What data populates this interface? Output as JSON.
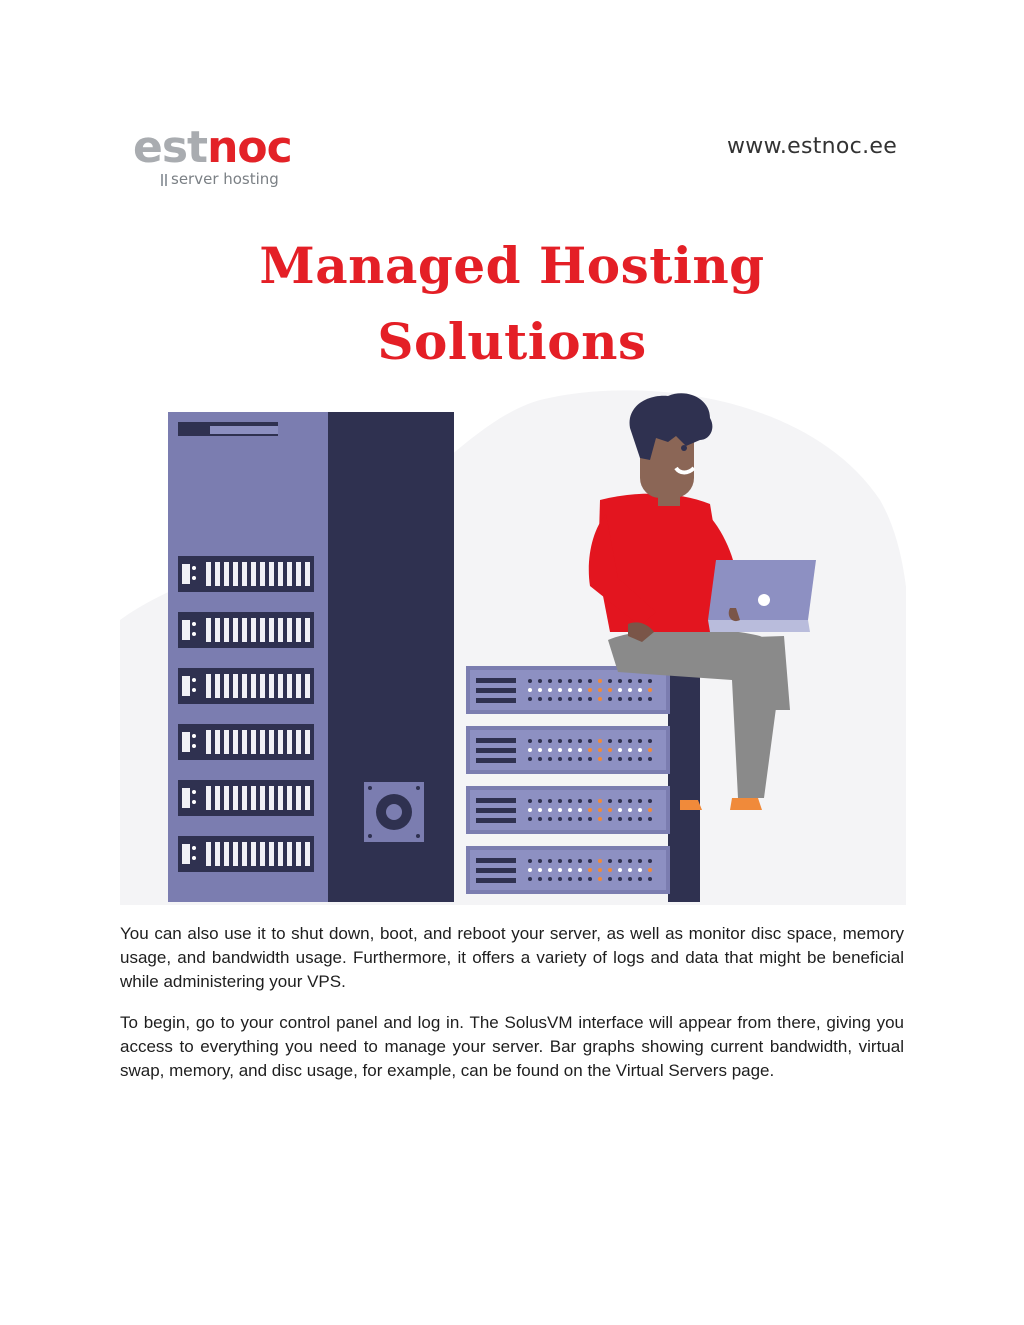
{
  "header": {
    "logo": {
      "main_left": "est",
      "main_right": "noc",
      "tagline": "server hosting"
    },
    "website": "www.estnoc.ee"
  },
  "title": {
    "line1": "Managed Hosting",
    "line2": "Solutions"
  },
  "colors": {
    "brand_red": "#e41f26",
    "logo_grey": "#a9acb0",
    "rack_purple": "#7b7db0",
    "rack_dark": "#2f3150",
    "shirt_red": "#e3151f",
    "pants_grey": "#8a8a8a",
    "shoe_orange": "#f08a3a"
  },
  "illustration": {
    "icons": [
      "server-rack-icon",
      "server-stack-icon",
      "person-with-laptop-icon"
    ]
  },
  "body": {
    "paragraphs": [
      "You can also use it to shut down, boot, and reboot your server, as well as monitor disc space, memory usage, and bandwidth usage. Furthermore, it offers a variety of logs and data that might be beneficial while administering your VPS.",
      "To begin, go to your control panel and log in. The SolusVM interface will appear from there, giving you access to everything you need to manage your server. Bar graphs showing current bandwidth, virtual swap, memory, and disc usage, for example, can be found on the Virtual Servers page."
    ]
  }
}
